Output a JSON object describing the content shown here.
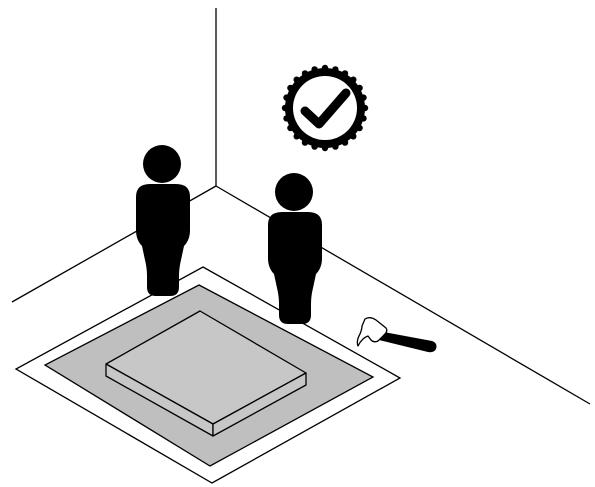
{
  "scene": {
    "description_icons": [
      "room-corner",
      "person-left-icon",
      "person-right-icon",
      "check-badge-icon",
      "hammer-icon",
      "floor-mat",
      "box-panel"
    ]
  },
  "colors": {
    "ink": "#000000",
    "mat_gray": "#bfbfbf",
    "panel_gray": "#c7c7c7",
    "background": "#ffffff"
  }
}
